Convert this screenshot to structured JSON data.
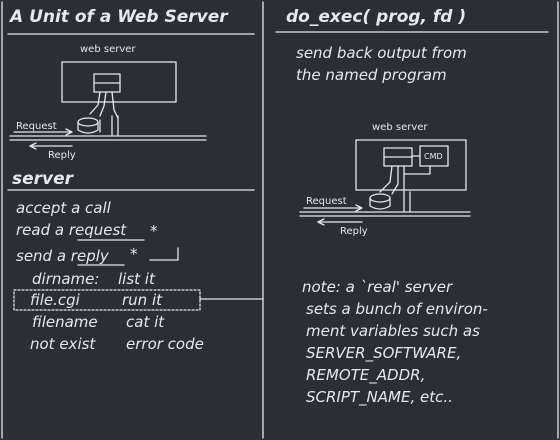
{
  "left": {
    "title": "A Unit of a Web Server",
    "diagram": {
      "box_label": "web server",
      "request_label": "Request",
      "reply_label": "Reply"
    },
    "server_heading": "server",
    "steps": [
      "accept a call",
      "read a request",
      "send a reply"
    ],
    "star": "*",
    "dispatch": [
      {
        "name": "dirname:",
        "action": "list it"
      },
      {
        "name": "file.cgi",
        "action": "run it"
      },
      {
        "name": "filename",
        "action": "cat it"
      },
      {
        "name": "not exist",
        "action": "error code"
      }
    ]
  },
  "right": {
    "title": "do_exec( prog, fd )",
    "description": [
      "send back output from",
      "the named program"
    ],
    "diagram": {
      "box_label": "web server",
      "cmd_label": "CMD",
      "request_label": "Request",
      "reply_label": "Reply"
    },
    "note": [
      "note: a `real' server",
      "sets a bunch of environ-",
      "ment variables such as",
      "SERVER_SOFTWARE,",
      "REMOTE_ADDR,",
      "SCRIPT_NAME, etc.."
    ]
  }
}
